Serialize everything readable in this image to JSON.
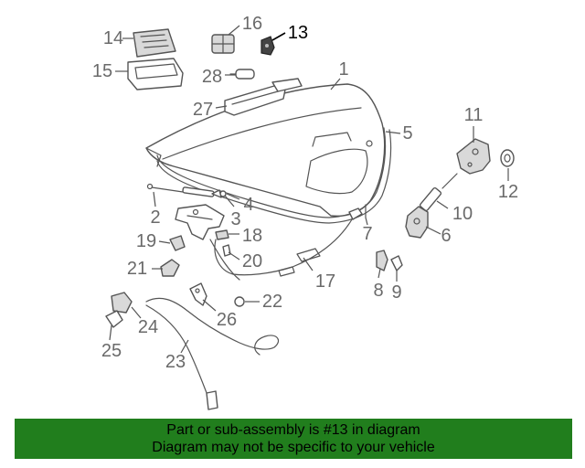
{
  "diagram": {
    "callouts": [
      {
        "id": "c1",
        "label": "1"
      },
      {
        "id": "c2",
        "label": "2"
      },
      {
        "id": "c3",
        "label": "3"
      },
      {
        "id": "c4",
        "label": "4"
      },
      {
        "id": "c5",
        "label": "5"
      },
      {
        "id": "c6",
        "label": "6"
      },
      {
        "id": "c7",
        "label": "7"
      },
      {
        "id": "c8",
        "label": "8"
      },
      {
        "id": "c9",
        "label": "9"
      },
      {
        "id": "c10",
        "label": "10"
      },
      {
        "id": "c11",
        "label": "11"
      },
      {
        "id": "c12",
        "label": "12"
      },
      {
        "id": "c13",
        "label": "13"
      },
      {
        "id": "c14",
        "label": "14"
      },
      {
        "id": "c15",
        "label": "15"
      },
      {
        "id": "c16",
        "label": "16"
      },
      {
        "id": "c17",
        "label": "17"
      },
      {
        "id": "c18",
        "label": "18"
      },
      {
        "id": "c19",
        "label": "19"
      },
      {
        "id": "c20",
        "label": "20"
      },
      {
        "id": "c21",
        "label": "21"
      },
      {
        "id": "c22",
        "label": "22"
      },
      {
        "id": "c23",
        "label": "23"
      },
      {
        "id": "c24",
        "label": "24"
      },
      {
        "id": "c25",
        "label": "25"
      },
      {
        "id": "c26",
        "label": "26"
      },
      {
        "id": "c27",
        "label": "27"
      },
      {
        "id": "c28",
        "label": "28"
      }
    ],
    "highlighted_callout": "13",
    "highlight_color": "#000000",
    "callout_color": "#6a6a6a"
  },
  "banner": {
    "line1": "Part or sub-assembly is #13 in diagram",
    "line2": "Diagram may not be specific to your vehicle",
    "background": "#217e1d"
  }
}
